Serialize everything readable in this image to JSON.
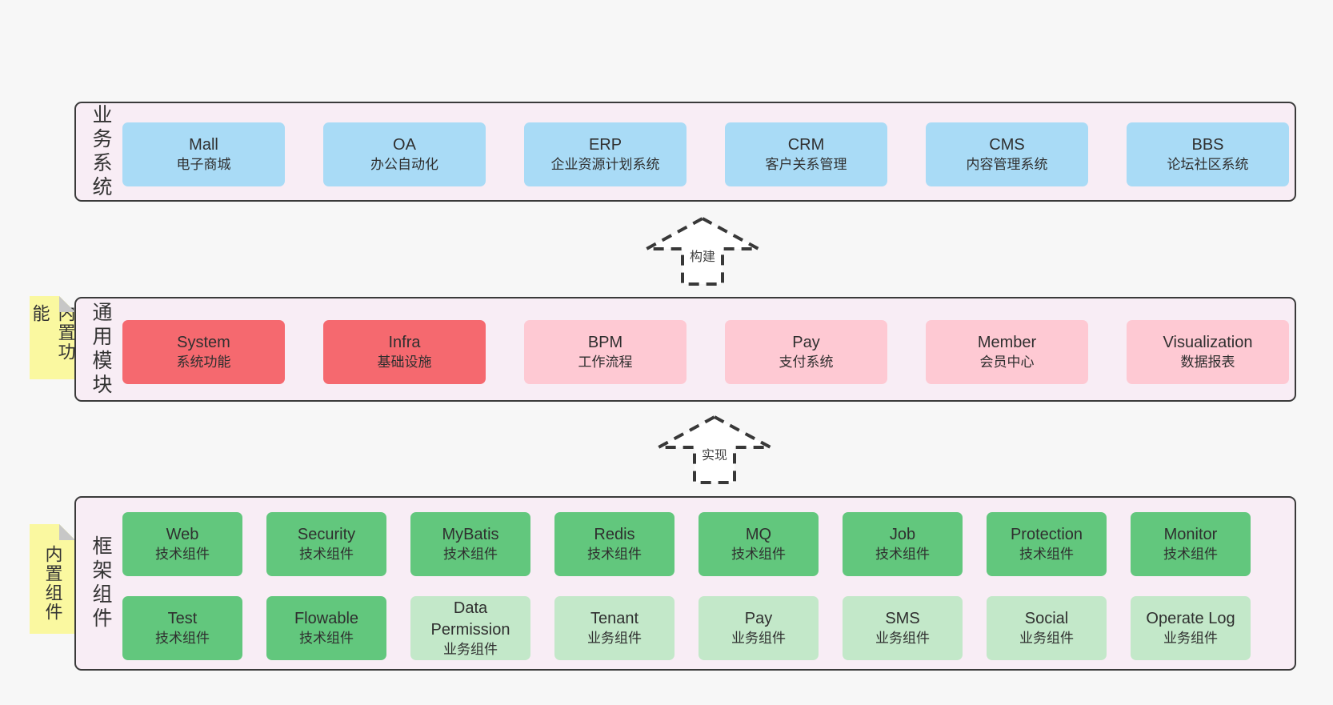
{
  "colors": {
    "page_bg": "#f7f7f7",
    "panel_bg": "#f8edf5",
    "panel_border": "#3a3a3a",
    "blue_box": "#a9dbf6",
    "red_box": "#f5696f",
    "pink_box": "#fec9d3",
    "green_box": "#62c77d",
    "light_green_box": "#c3e8c9",
    "note_yellow": "#faf8a0",
    "note_fold_gray": "#c7c7c7"
  },
  "arrows": [
    {
      "label": "构建"
    },
    {
      "label": "实现"
    }
  ],
  "sections": {
    "business": {
      "label": "业务系统",
      "items": [
        {
          "name": "Mall",
          "desc": "电子商城"
        },
        {
          "name": "OA",
          "desc": "办公自动化"
        },
        {
          "name": "ERP",
          "desc": "企业资源计划系统"
        },
        {
          "name": "CRM",
          "desc": "客户关系管理"
        },
        {
          "name": "CMS",
          "desc": "内容管理系统"
        },
        {
          "name": "BBS",
          "desc": "论坛社区系统"
        }
      ]
    },
    "modules": {
      "label": "通用模块",
      "note": "内置功能",
      "items": [
        {
          "name": "System",
          "desc": "系统功能"
        },
        {
          "name": "Infra",
          "desc": "基础设施"
        },
        {
          "name": "BPM",
          "desc": "工作流程"
        },
        {
          "name": "Pay",
          "desc": "支付系统"
        },
        {
          "name": "Member",
          "desc": "会员中心"
        },
        {
          "name": "Visualization",
          "desc": "数据报表"
        }
      ]
    },
    "framework": {
      "label": "框架组件",
      "note": "内置组件",
      "row1": [
        {
          "name": "Web",
          "desc": "技术组件"
        },
        {
          "name": "Security",
          "desc": "技术组件"
        },
        {
          "name": "MyBatis",
          "desc": "技术组件"
        },
        {
          "name": "Redis",
          "desc": "技术组件"
        },
        {
          "name": "MQ",
          "desc": "技术组件"
        },
        {
          "name": "Job",
          "desc": "技术组件"
        },
        {
          "name": "Protection",
          "desc": "技术组件"
        },
        {
          "name": "Monitor",
          "desc": "技术组件"
        }
      ],
      "row2": [
        {
          "name": "Test",
          "desc": "技术组件"
        },
        {
          "name": "Flowable",
          "desc": "技术组件"
        },
        {
          "name": "Data Permission",
          "desc": "业务组件"
        },
        {
          "name": "Tenant",
          "desc": "业务组件"
        },
        {
          "name": "Pay",
          "desc": "业务组件"
        },
        {
          "name": "SMS",
          "desc": "业务组件"
        },
        {
          "name": "Social",
          "desc": "业务组件"
        },
        {
          "name": "Operate Log",
          "desc": "业务组件"
        }
      ]
    }
  }
}
